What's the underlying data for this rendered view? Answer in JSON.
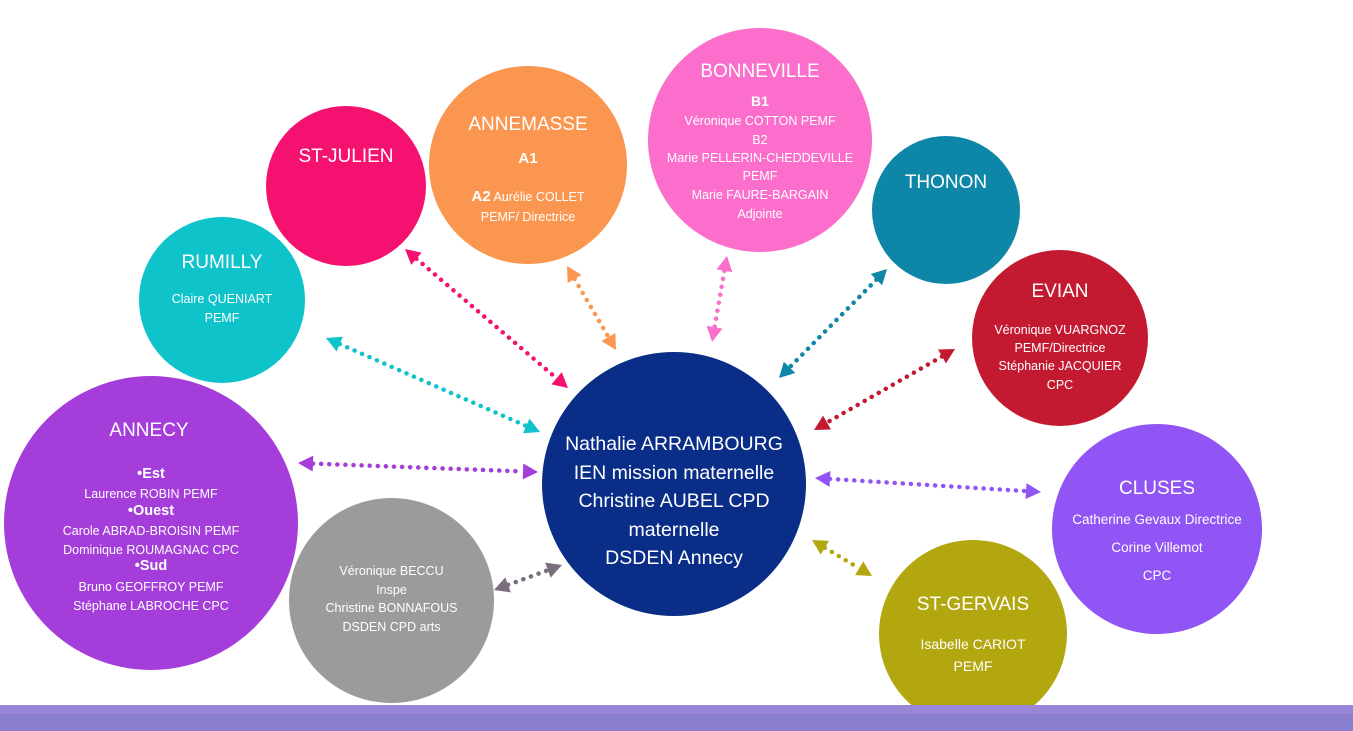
{
  "center": {
    "lines": [
      "Nathalie ARRAMBOURG",
      "IEN mission maternelle",
      "Christine AUBEL CPD",
      "maternelle",
      "DSDEN Annecy"
    ],
    "color": "#0a2d88"
  },
  "nodes": {
    "st_julien": {
      "title": "ST-JULIEN",
      "color": "#f5116f"
    },
    "annemasse": {
      "title": "ANNEMASSE",
      "a1": "A1",
      "a2_label": "A2",
      "a2_text": " Aurélie COLLET",
      "line3": "PEMF/ Directrice",
      "color": "#fa9650"
    },
    "bonneville": {
      "title": "BONNEVILLE",
      "b1": "B1",
      "lines": [
        "Véronique COTTON PEMF",
        "B2",
        "Marie PELLERIN-CHEDDEVILLE",
        "PEMF",
        "Marie FAURE-BARGAIN",
        "Adjointe"
      ],
      "color": "#fb6ecb"
    },
    "thonon": {
      "title": "THONON",
      "color": "#0e86a8"
    },
    "rumilly": {
      "title": "RUMILLY",
      "lines": [
        "Claire QUENIART",
        "PEMF"
      ],
      "color": "#0fc3cb"
    },
    "evian": {
      "title": "EVIAN",
      "lines": [
        "Véronique VUARGNOZ",
        "PEMF/Directrice",
        "Stéphanie JACQUIER",
        "CPC"
      ],
      "color": "#c31a31"
    },
    "annecy": {
      "title": "ANNECY",
      "est": "•Est",
      "est_line": "Laurence ROBIN PEMF",
      "ouest": "•Ouest",
      "ouest_lines": [
        "Carole ABRAD-BROISIN PEMF",
        "Dominique ROUMAGNAC CPC"
      ],
      "sud": "•Sud",
      "sud_lines": [
        "Bruno GEOFFROY PEMF",
        "Stéphane LABROCHE CPC"
      ],
      "color": "#a43dd9"
    },
    "cluses": {
      "title": "CLUSES",
      "lines": [
        "Catherine Gevaux Directrice",
        "Corine Villemot",
        "CPC"
      ],
      "color": "#9154f5"
    },
    "inspe": {
      "lines": [
        "Véronique BECCU",
        "Inspe",
        "Christine BONNAFOUS",
        "DSDEN CPD arts"
      ],
      "color": "#9b9b9b"
    },
    "st_gervais": {
      "title": "ST-GERVAIS",
      "lines": [
        "Isabelle CARIOT",
        "PEMF"
      ],
      "color": "#b3a710"
    }
  },
  "connector_colors": {
    "st_julien": "#f5116f",
    "annemasse": "#fa9650",
    "bonneville": "#fb6ecb",
    "thonon": "#0e86a8",
    "rumilly": "#0fc3cb",
    "evian": "#c31a31",
    "annecy": "#a43dd9",
    "cluses": "#9154f5",
    "inspe": "#7a6e7e",
    "st_gervais": "#b3a710"
  },
  "footer_color": "#9a86d6"
}
